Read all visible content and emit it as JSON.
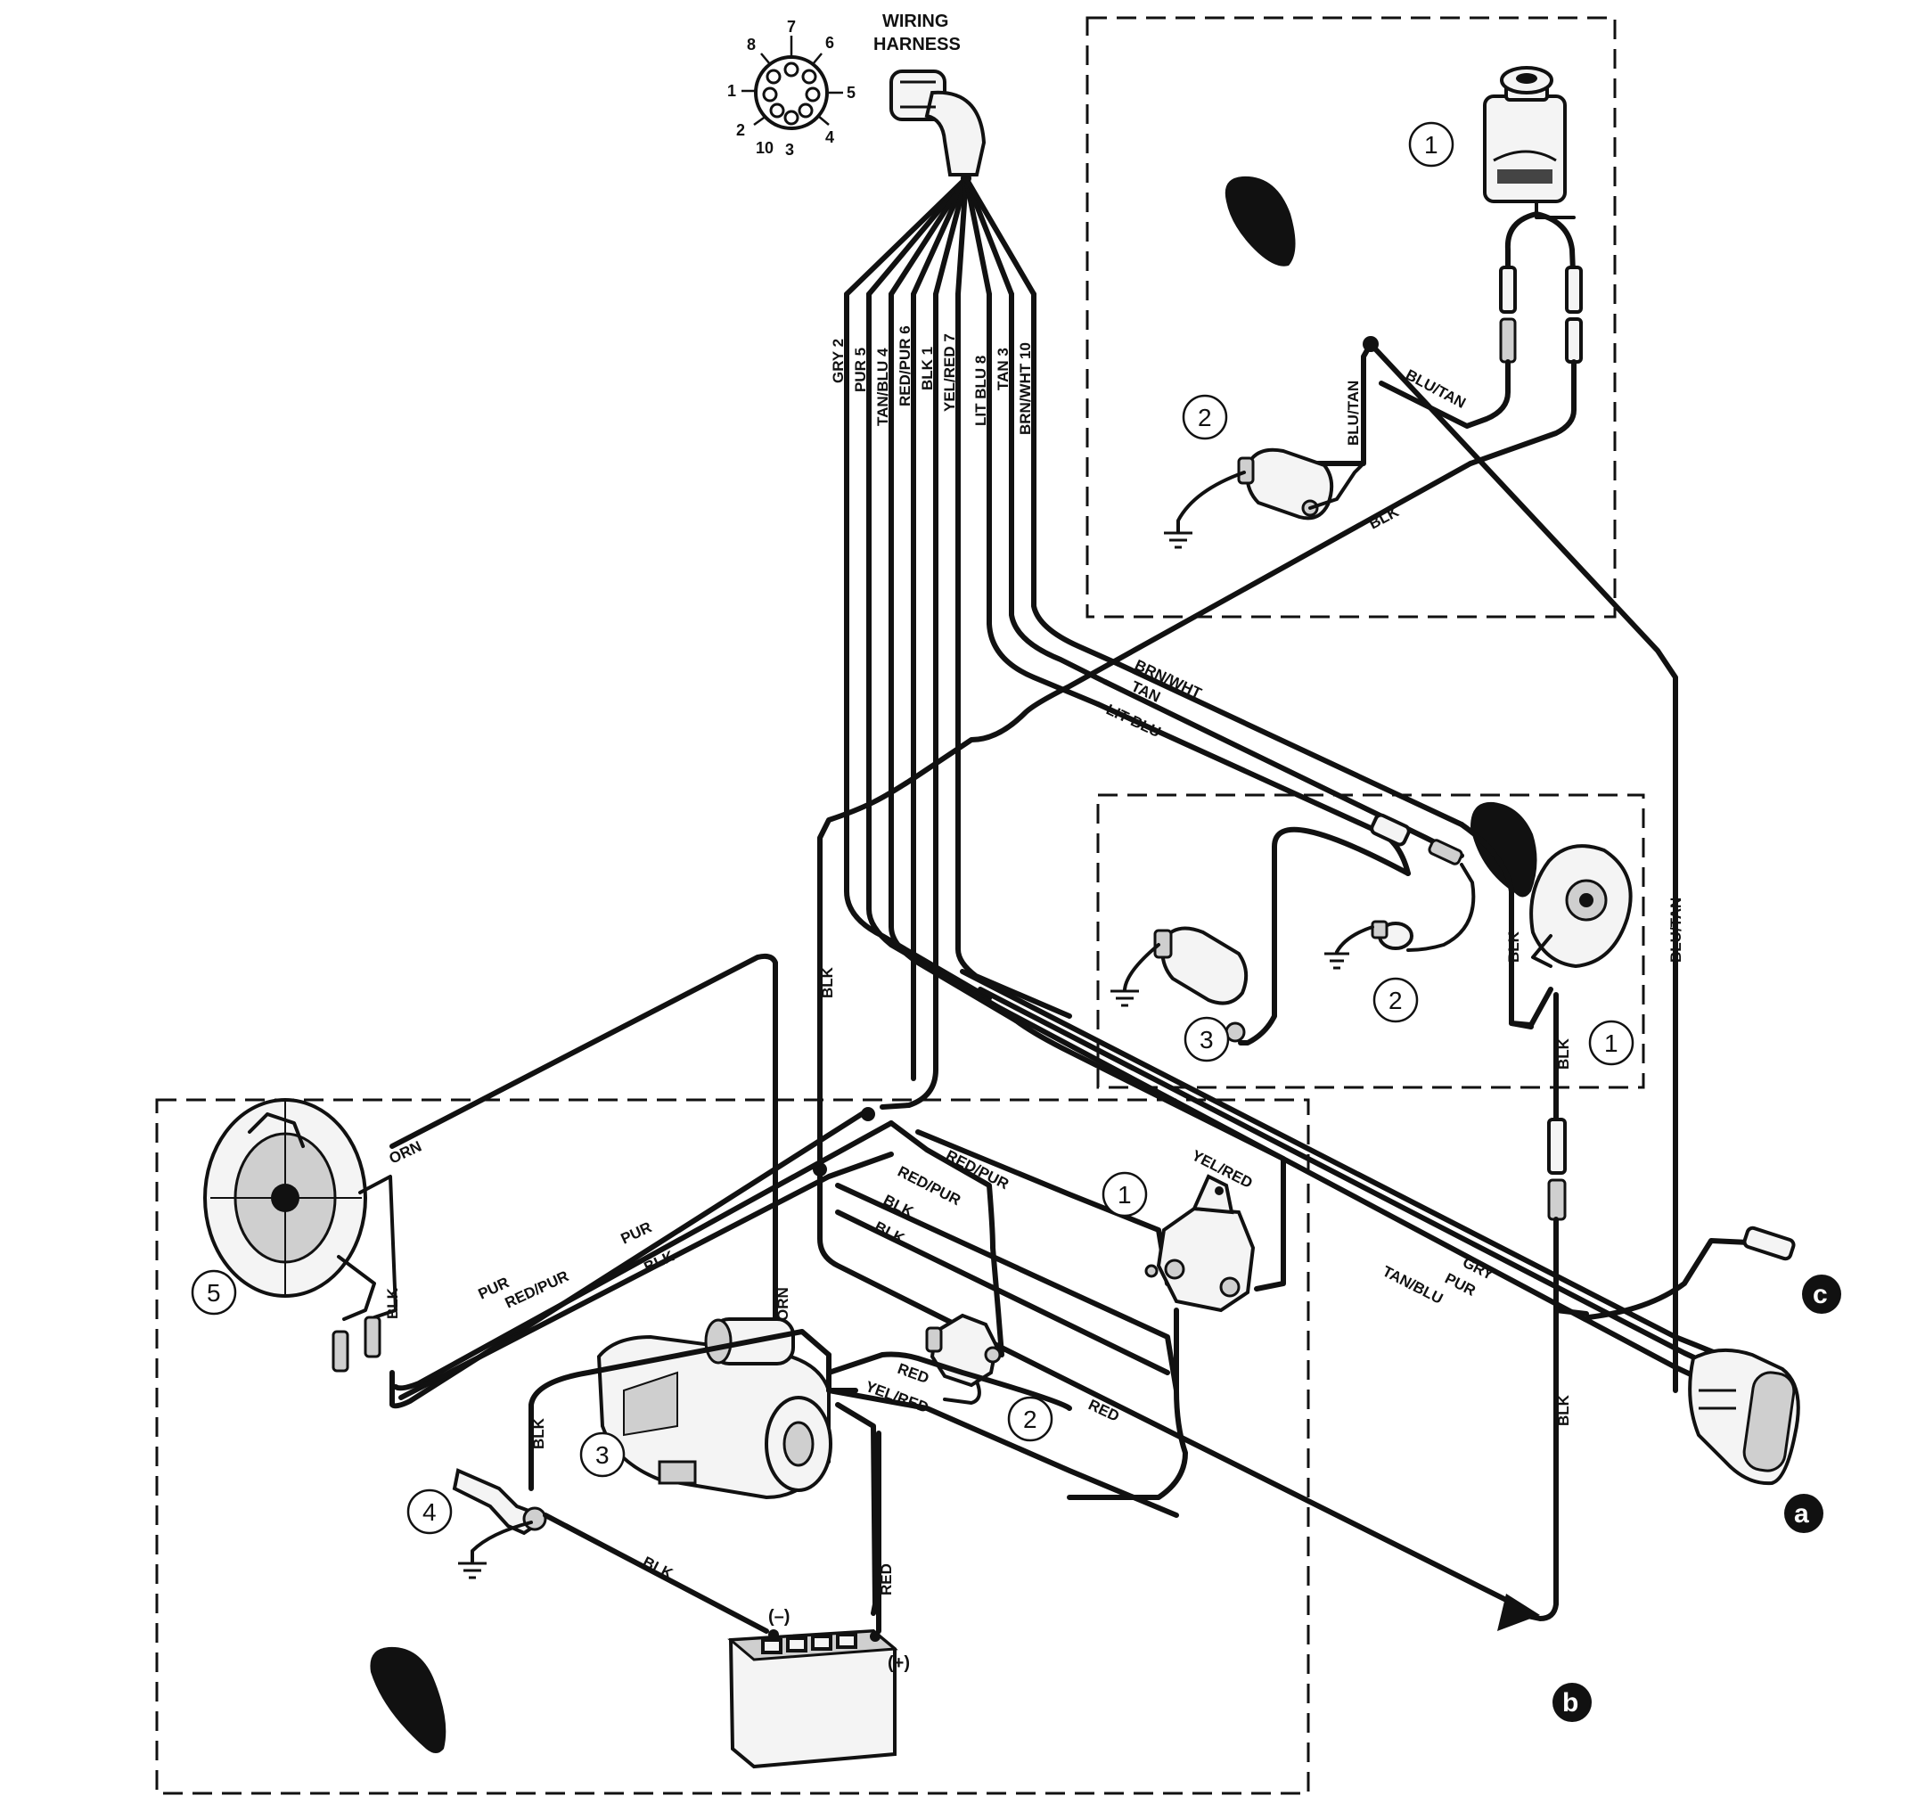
{
  "harness": {
    "title_line1": "WIRING",
    "title_line2": "HARNESS",
    "pins": [
      "7",
      "6",
      "8",
      "1",
      "5",
      "2",
      "4",
      "10",
      "3"
    ],
    "wires": [
      "GRY 2",
      "PUR 5",
      "TAN/BLU 4",
      "RED/PUR 6",
      "BLK 1",
      "YEL/RED 7",
      "LIT BLU 8",
      "TAN 3",
      "BRN/WHT 10"
    ]
  },
  "wire_labels": {
    "blu_tan_a": "BLU/TAN",
    "blu_tan_b": "BLU/TAN",
    "blu_tan_c": "BLU/TAN",
    "blk_top": "BLK",
    "brn_wht": "BRN/WHT",
    "tan": "TAN",
    "lit_blu": "LIT BLU",
    "blk_mid": "BLK",
    "blk_sender_a": "BLK",
    "blk_sender_b": "BLK",
    "blk_right": "BLK",
    "gry": "GRY",
    "pur_right": "PUR",
    "tan_blu": "TAN/BLU",
    "orn": "ORN",
    "pur_left": "PUR",
    "pur_left2": "PUR",
    "red_pur_a": "RED/PUR",
    "red_pur_b": "RED/PUR",
    "red_pur_c": "RED/PUR",
    "blk_alt": "BLK",
    "blk_alt2": "BLK",
    "blk_low_a": "BLK",
    "blk_low_b": "BLK",
    "yel_red_a": "YEL/RED",
    "yel_red_b": "YEL/RED",
    "orn_starter": "ORN",
    "red_a": "RED",
    "red_b": "RED",
    "red_c": "RED",
    "blk_batt": "BLK",
    "blk_ground": "BLK"
  },
  "callouts": {
    "top_1": "1",
    "top_2": "2",
    "mid_1": "1",
    "mid_2": "2",
    "mid_3": "3",
    "low_1": "1",
    "low_2": "2",
    "low_3": "3",
    "low_4": "4",
    "low_5": "5"
  },
  "battery": {
    "neg": "(–)",
    "pos": "(+)"
  },
  "refs": {
    "a": "a",
    "b": "b",
    "c": "c"
  }
}
